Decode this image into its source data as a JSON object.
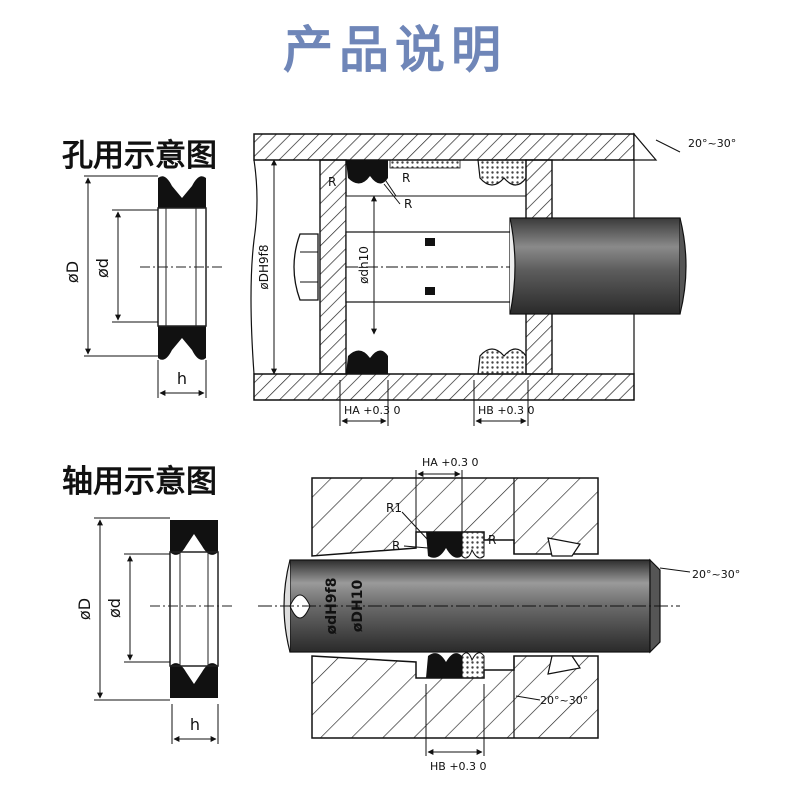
{
  "title": "产品说明",
  "hole": {
    "label": "孔用示意图",
    "dim_D": "øD",
    "dim_d": "ød",
    "dim_h": "h",
    "bore_tolerance": "øDH9f8",
    "rod_tolerance": "ødh10",
    "radius_r": "R",
    "chamfer_angle": "20°~30°",
    "groove_a": "HA +0.3 0",
    "groove_b": "HB +0.3 0"
  },
  "shaft": {
    "label": "轴用示意图",
    "dim_D": "øD",
    "dim_d": "ød",
    "dim_h": "h",
    "rod_tolerance": "ødH9f8",
    "bore_tolerance": "øDH10",
    "radius_r1": "R1",
    "radius_r": "R",
    "chamfer_angle_top": "20°~30°",
    "chamfer_angle_bottom": "20°~30°",
    "groove_a": "HA +0.3 0",
    "groove_b": "HB +0.3 0"
  }
}
